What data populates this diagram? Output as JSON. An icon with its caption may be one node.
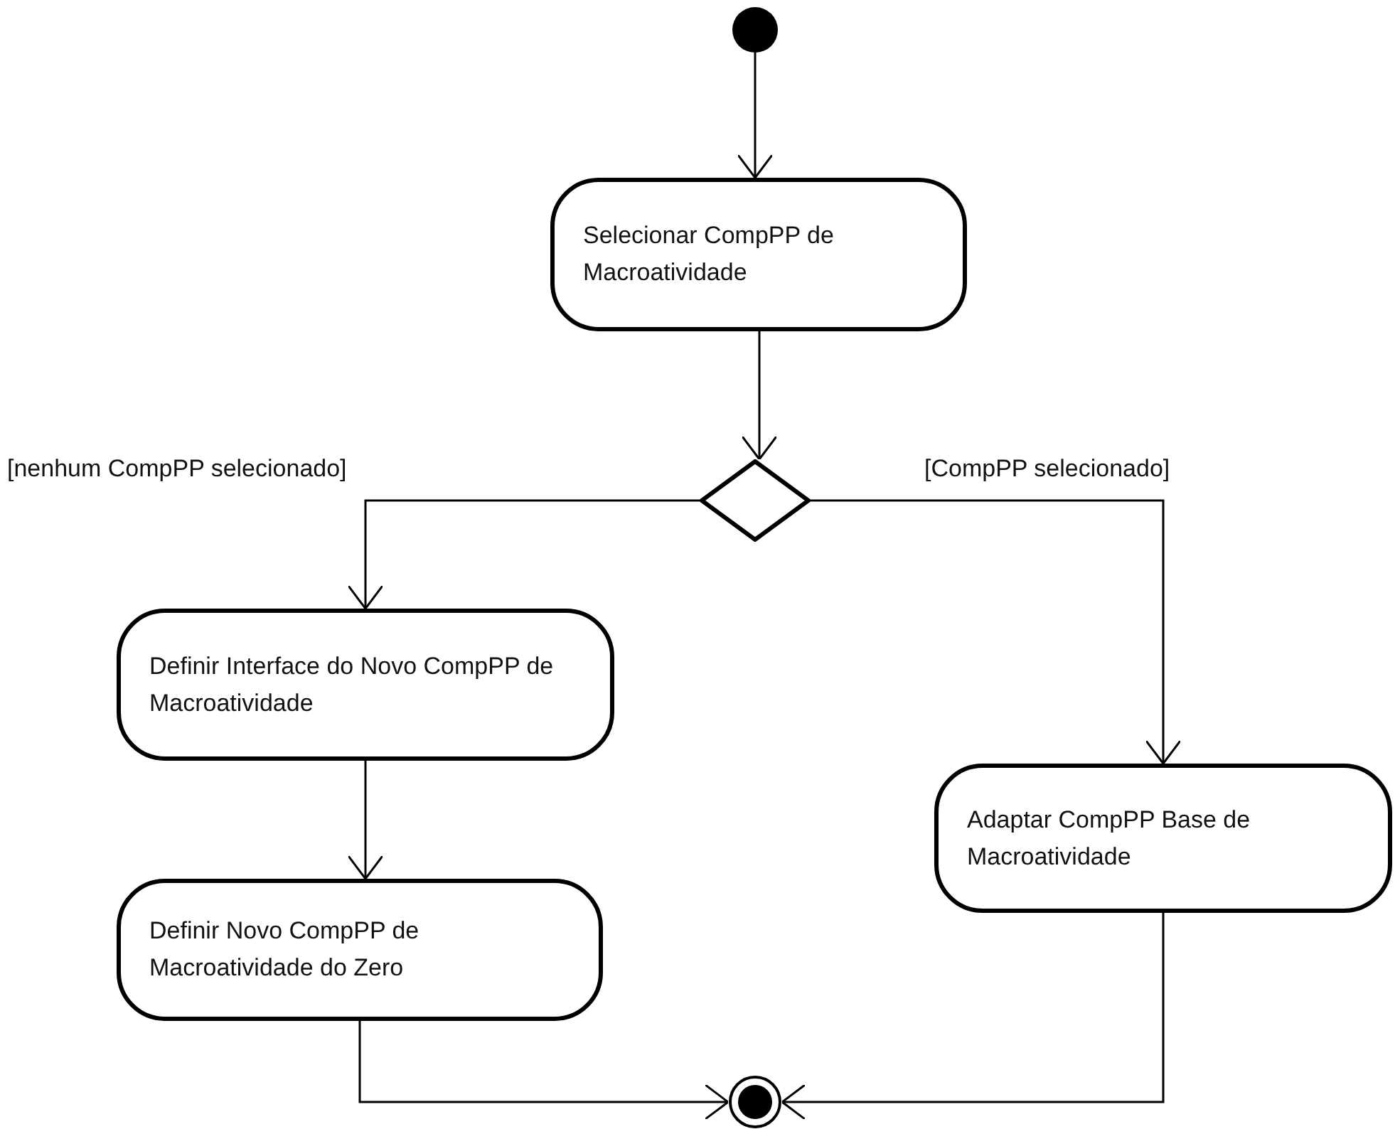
{
  "diagram": {
    "nodes": [
      {
        "text": [],
        "shape": "circle"
      },
      {
        "text": [
          "Selecionar CompPP de Macroatividade"
        ]
      },
      {
        "text": [],
        "shape": "diamond"
      },
      {
        "text": [
          "Definir Interface do Novo CompPP de Macroatividade"
        ]
      },
      {
        "text": [
          "Definir Novo CompPP de Macroatividade do Zero"
        ]
      },
      {
        "text": [
          "Adaptar CompPP Base de Macroatividade"
        ]
      },
      {
        "text": [],
        "shape": "bullseye"
      }
    ],
    "edges": [
      {
        "from": 0,
        "to": 1,
        "arrow": "to"
      },
      {
        "from": 1,
        "to": 2,
        "arrow": "to"
      },
      {
        "from": 2,
        "to": 3,
        "arrow": "to",
        "label": "[nenhum CompPP selecionado]"
      },
      {
        "from": 2,
        "to": 5,
        "arrow": "to",
        "label": "[CompPP selecionado]"
      },
      {
        "from": 3,
        "to": 4,
        "arrow": "to"
      },
      {
        "from": 4,
        "to": 6,
        "arrow": "to"
      },
      {
        "from": 5,
        "to": 6,
        "arrow": "to"
      }
    ]
  }
}
